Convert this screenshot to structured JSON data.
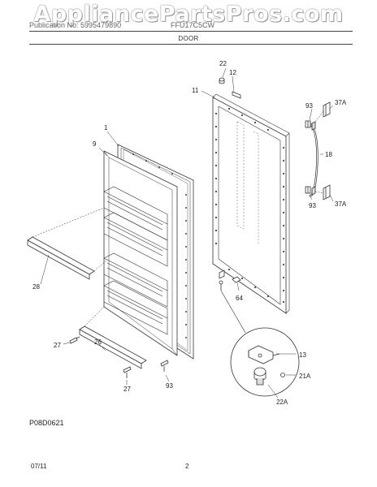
{
  "watermark": "AppliancePartsPros.com",
  "header": {
    "publication": "Publication No: 5995479890",
    "model": "FFU17C5CW",
    "section": "DOOR"
  },
  "callouts": {
    "c1": "1",
    "c9": "9",
    "c11": "11",
    "c12": "12",
    "c13": "13",
    "c18": "18",
    "c21a": "21A",
    "c22": "22",
    "c22a": "22A",
    "c26": "26",
    "c27a": "27",
    "c27b": "27",
    "c28": "28",
    "c37a_top": "37A",
    "c37a_bot": "37A",
    "c64": "64",
    "c93_top": "93",
    "c93_bot": "93",
    "c93_low": "93"
  },
  "footer": {
    "drawing_code": "P08D0621",
    "date": "07/11",
    "page": "2"
  }
}
